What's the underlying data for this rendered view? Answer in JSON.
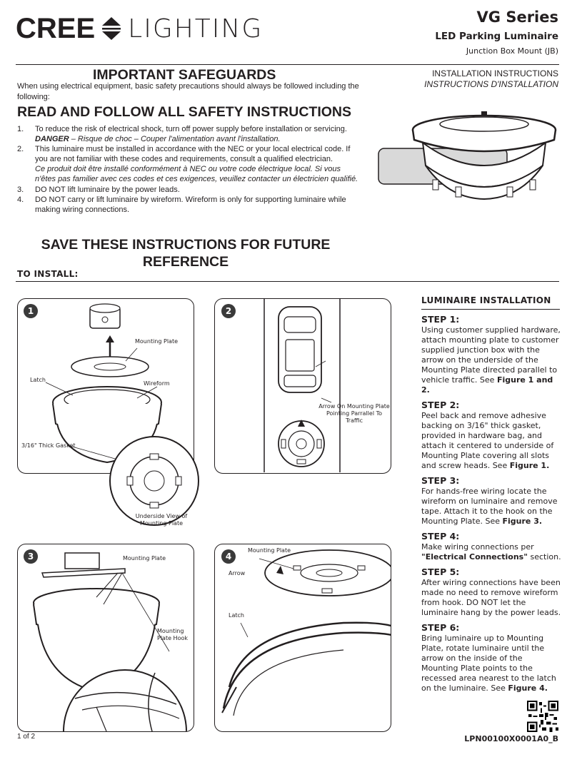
{
  "header": {
    "brand_left": "CREE",
    "brand_right": "LIGHTING",
    "series": "VG Series",
    "product": "LED Parking Luminaire",
    "mount": "Junction Box Mount (JB)",
    "install_en": "INSTALLATION INSTRUCTIONS",
    "install_fr": "INSTRUCTIONS D'INSTALLATION"
  },
  "safeguards": {
    "title": "IMPORTANT SAFEGUARDS",
    "intro": "When using electrical equipment, basic safety precautions should always be followed including the following:",
    "read_title": "READ AND FOLLOW ALL SAFETY INSTRUCTIONS",
    "items": [
      {
        "num": "1.",
        "text": "To reduce the risk of electrical shock, turn off power supply before installation or servicing.",
        "danger_label": "DANGER",
        "danger_text": " – Risque de choc – Couper l'alimentation avant l'installation."
      },
      {
        "num": "2.",
        "text": "This luminaire must be installed in accordance with the NEC or your local electrical code. If you are not familiar with these codes and requirements, consult a qualified electrician.",
        "fr_text": "Ce produit doit être installé conformément à NEC ou votre code électrique local. Si vous n'êtes pas familier avec ces codes et ces exigences, veuillez contacter un électricien qualifié."
      },
      {
        "num": "3.",
        "text": "DO NOT lift luminaire by the power leads."
      },
      {
        "num": "4.",
        "text": "DO NOT carry or lift luminaire by wireform. Wireform is only for supporting luminaire while making wiring connections."
      }
    ],
    "save_title": "SAVE THESE INSTRUCTIONS FOR FUTURE REFERENCE",
    "to_install": "TO INSTALL:"
  },
  "figures": {
    "fig1": {
      "number": "1",
      "mounting_plate": "Mounting Plate",
      "latch": "Latch",
      "wireform": "Wireform",
      "gasket": "3/16\" Thick Gasket",
      "underside": "Underside View of Mounting Plate"
    },
    "fig2": {
      "number": "2",
      "arrow_note": "Arrow On Mounting Plate Pointing Parrallel To Traffic"
    },
    "fig3": {
      "number": "3",
      "mounting_plate": "Mounting Plate",
      "hook": "Mounting Plate Hook"
    },
    "fig4": {
      "number": "4",
      "mounting_plate": "Mounting Plate",
      "arrow": "Arrow",
      "latch": "Latch"
    }
  },
  "luminaire": {
    "title": "LUMINAIRE INSTALLATION",
    "steps": [
      {
        "h": "STEP 1:",
        "pre": "Using customer supplied hardware, attach mounting plate to customer supplied junction box with the arrow on the underside of the Mounting Plate directed parallel to vehicle traffic. See ",
        "bold": "Figure 1 and 2.",
        "post": ""
      },
      {
        "h": "STEP 2:",
        "pre": "Peel back and remove adhesive backing on 3/16\" thick gasket, provided in hardware bag, and attach it centered to underside of Mounting Plate covering all slots and screw heads. See ",
        "bold": "Figure 1.",
        "post": ""
      },
      {
        "h": "STEP 3:",
        "pre": "For hands-free wiring locate the wireform on luminaire and remove tape. Attach it to the hook on the Mounting Plate. See ",
        "bold": "Figure 3.",
        "post": ""
      },
      {
        "h": "STEP 4:",
        "pre": "Make wiring connections per ",
        "bold": "\"Electrical Connections\"",
        "post": " section."
      },
      {
        "h": "STEP 5:",
        "pre": "After wiring connections have been made no need to remove wireform from hook. DO NOT let the luminaire hang by the power leads.",
        "bold": "",
        "post": ""
      },
      {
        "h": "STEP 6:",
        "pre": "Bring luminaire up to Mounting Plate, rotate luminaire until the arrow on the inside of the Mounting Plate points to the recessed area nearest to the latch on the luminaire. See ",
        "bold": "Figure 4.",
        "post": ""
      }
    ]
  },
  "footer": {
    "page": "1 of 2",
    "doc_code": "LPN00100X0001A0_B"
  }
}
